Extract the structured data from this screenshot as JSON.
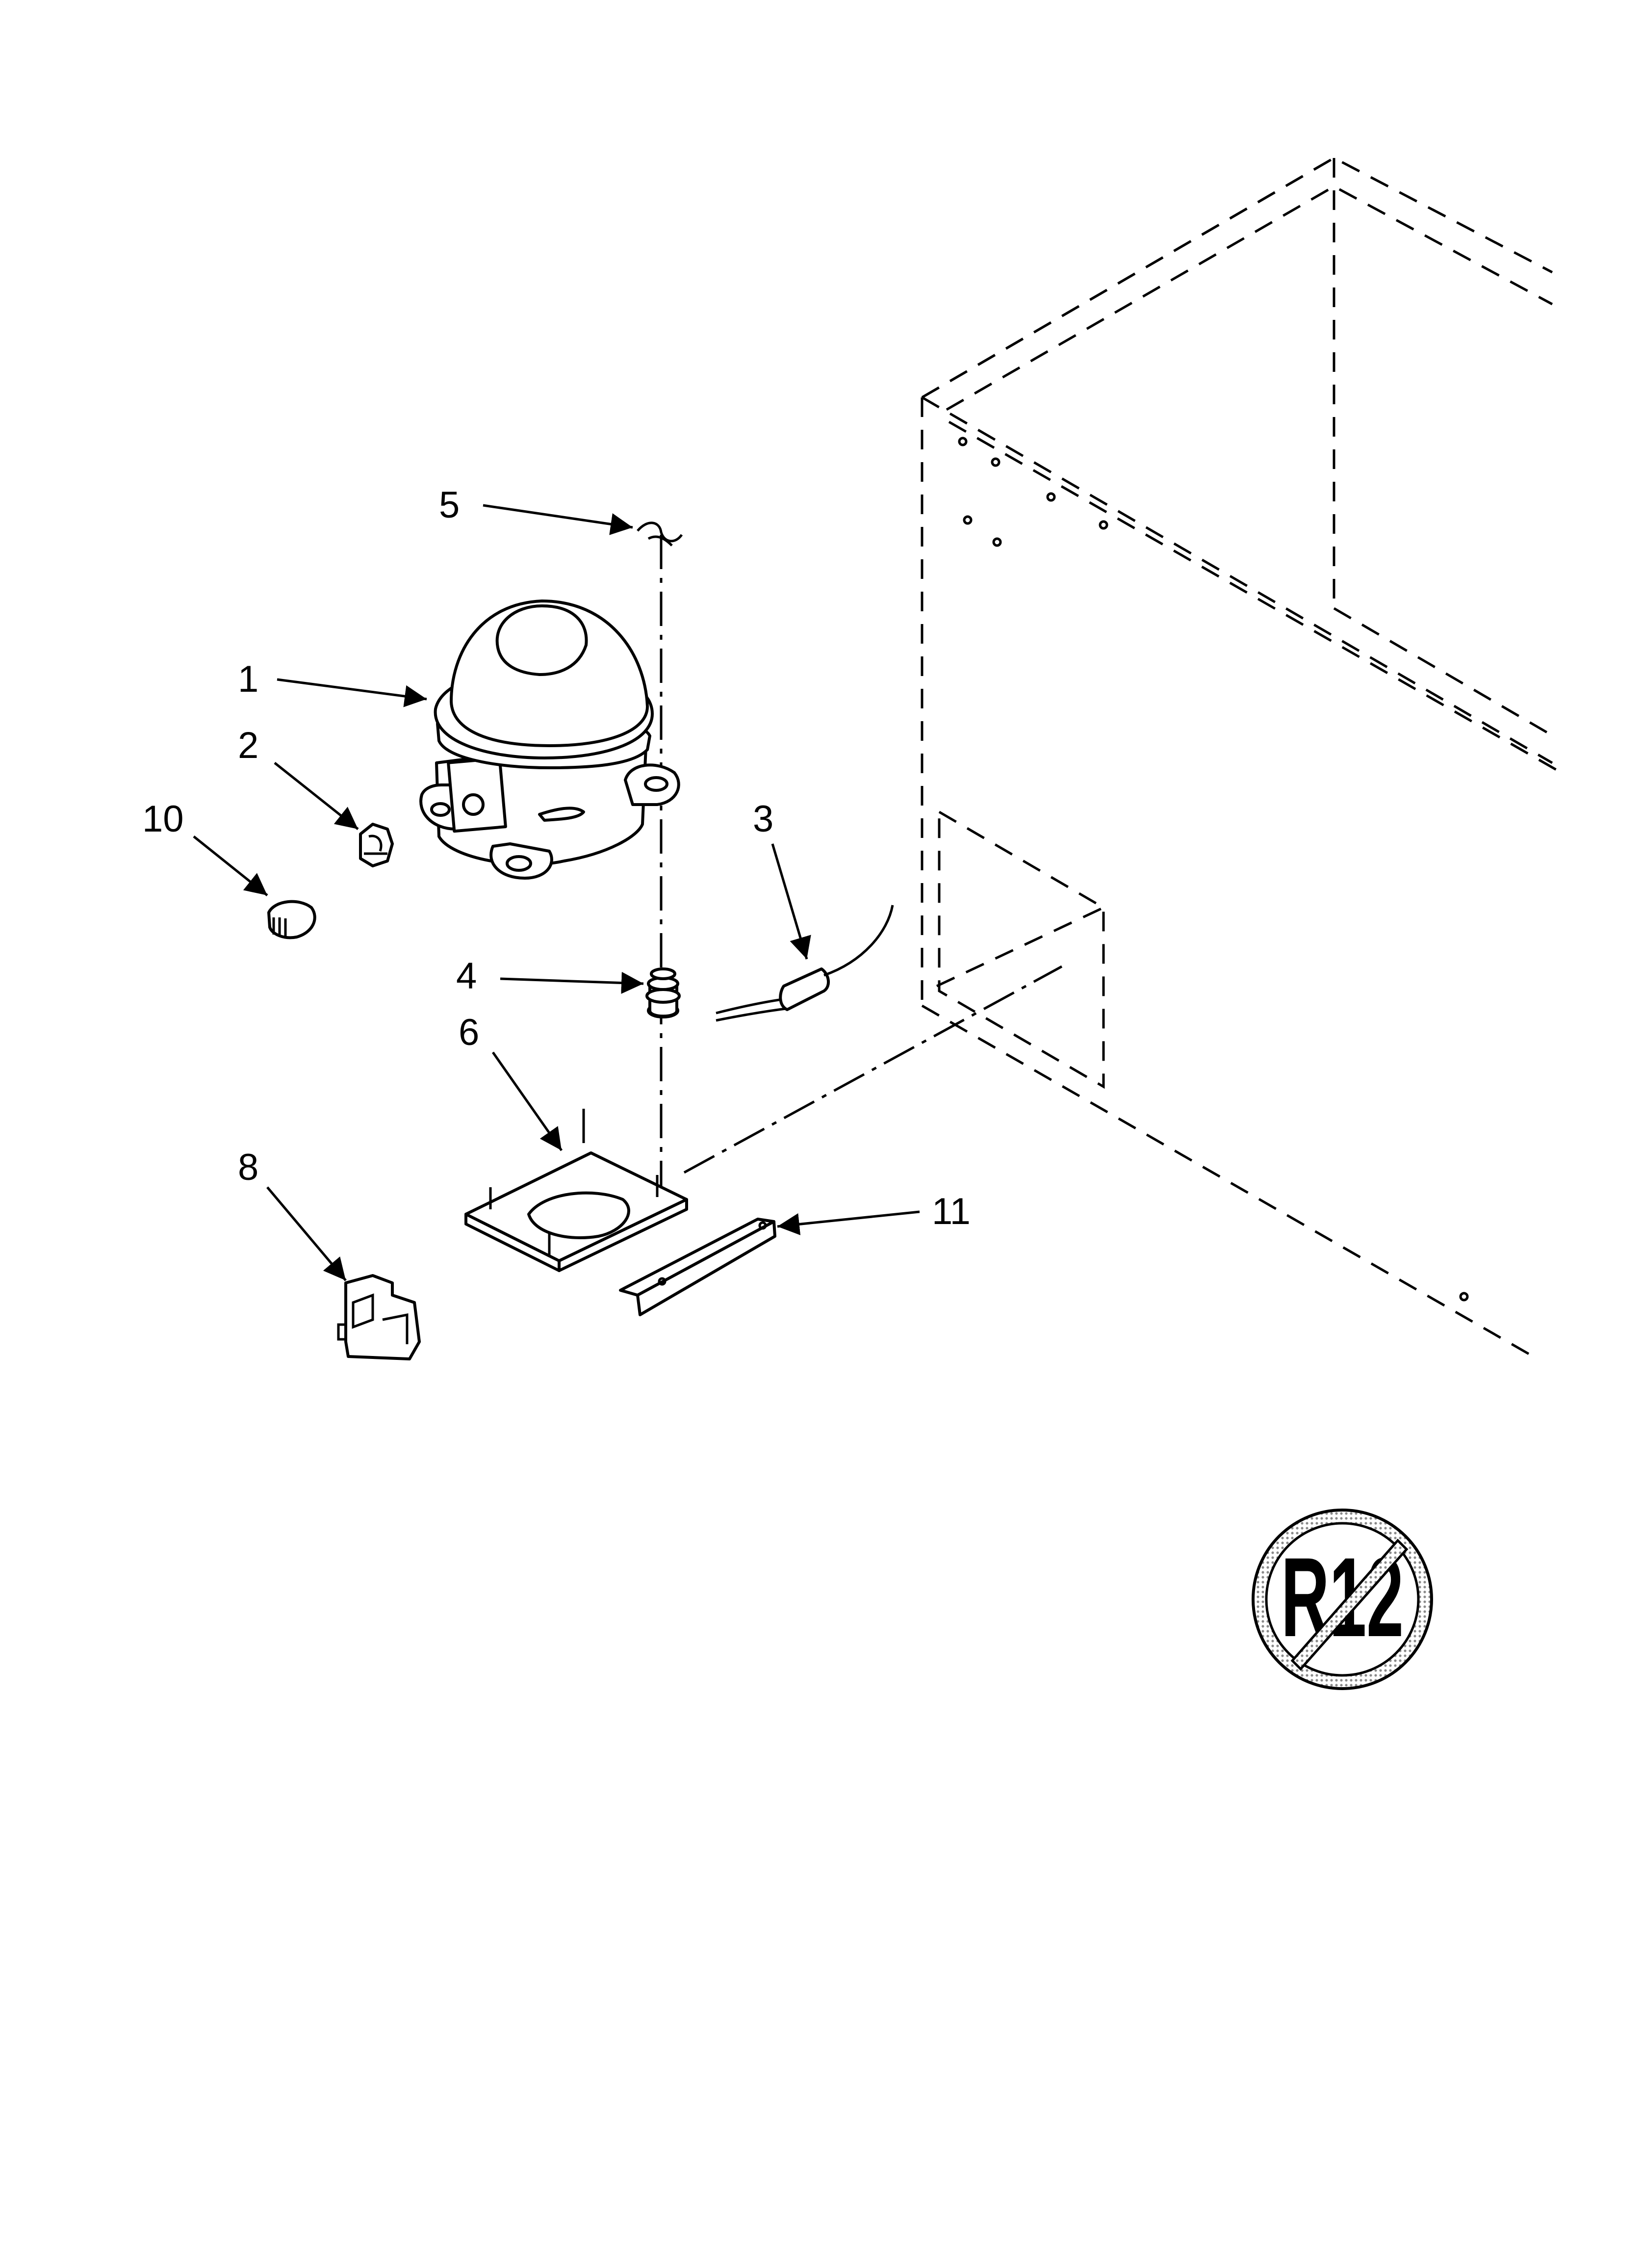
{
  "callouts": {
    "c1": "1",
    "c2": "2",
    "c3": "3",
    "c4": "4",
    "c5": "5",
    "c6": "6",
    "c8": "8",
    "c10": "10",
    "c11": "11"
  },
  "badge": {
    "text": "R12",
    "meaning": "no-r12-symbol"
  },
  "colors": {
    "line": "#000000",
    "background": "#ffffff",
    "badge_shade": "#b8b8b8"
  }
}
